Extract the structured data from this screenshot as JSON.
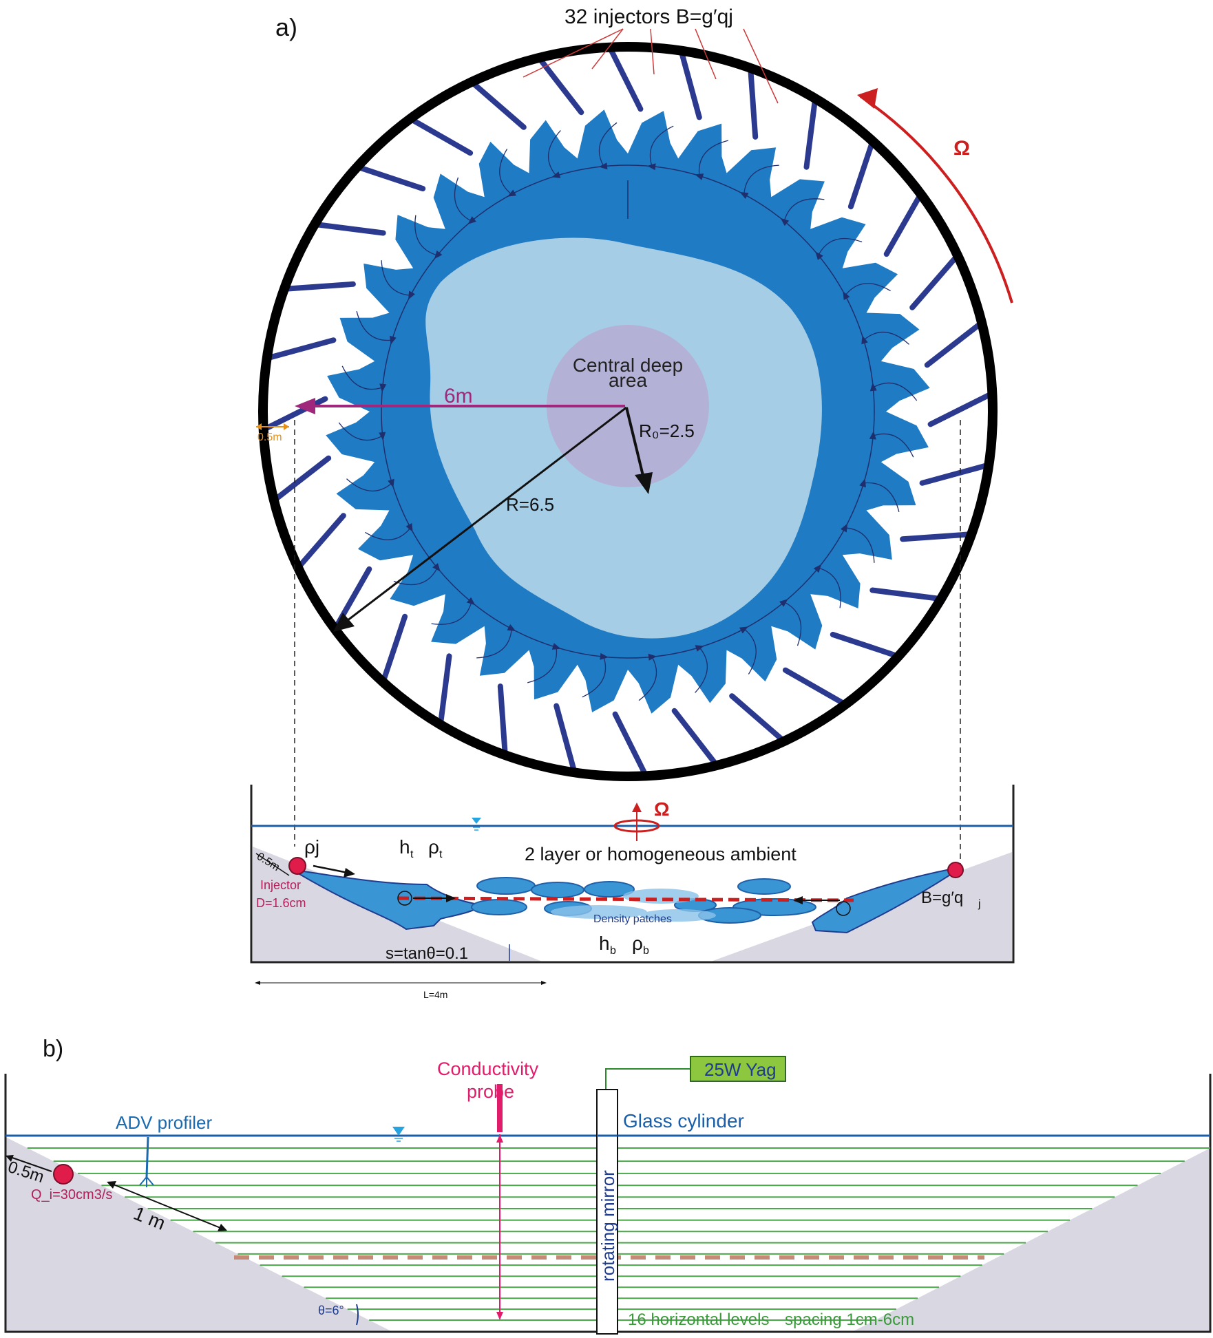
{
  "panel_a": {
    "label": "a)",
    "injectors_label": "32 injectors B=g′qj",
    "omega": "Ω",
    "center_label_1": "Central deep",
    "center_label_2": "area",
    "radius_6m": "6m",
    "r0_label": "R₀=2.5",
    "r_label": "R=6.5",
    "half_m": "0.5m",
    "colors": {
      "rim": "#000000",
      "injector": "#2b3a8f",
      "plume": "#1f7bc4",
      "inner": "#a6cde6",
      "deep": "#b3b2d6",
      "omega": "#cc1f1f",
      "magenta": "#a0287c"
    }
  },
  "section_a": {
    "omega": "Ω",
    "rho_j": "ρj",
    "ht": "h",
    "ht_sub": "t",
    "rhot": "ρ",
    "rhot_sub": "t",
    "ambient": "2 layer or homogeneous ambient",
    "half_m": "0.5m",
    "injector_1": "Injector",
    "injector_2": "D=1.6cm",
    "density_patches": "Density patches",
    "bflux": "B=g′q",
    "bflux_sub": "j",
    "hb": "h",
    "hb_sub": "b",
    "rhob": "ρ",
    "rhob_sub": "b",
    "slope": "s=tanθ=0.1",
    "length": "L=4m"
  },
  "panel_b": {
    "label": "b)",
    "conductivity_1": "Conductivity",
    "conductivity_2": "probe",
    "laser": "25W Yag",
    "glass": "Glass cylinder",
    "adv": "ADV profiler",
    "half_m": "0.5m",
    "q_i": "Q_i=30cm3/s",
    "one_m": "1 m",
    "mirror": "rotating mirror",
    "theta": "θ=6°",
    "levels": "16 horizontal levels",
    "spacing": "spacing 1cm-6cm",
    "colors": {
      "water": "#1a5ea8",
      "laser_line": "#4aa84a",
      "probe": "#e01c6b",
      "laser_box": "#8dc63f"
    }
  }
}
